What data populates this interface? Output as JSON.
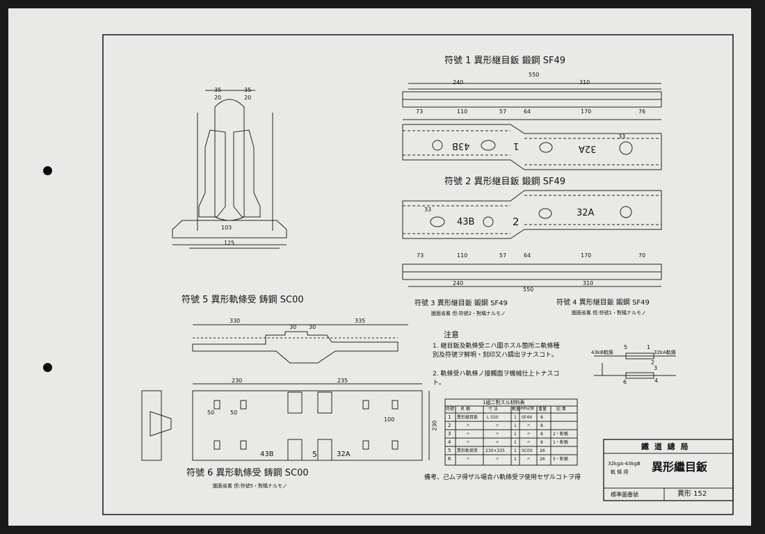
{
  "fig1": {
    "title": "符號 1 異形継目鈑 鍛鋼 SF49",
    "dims_top": [
      "550",
      "240",
      "310"
    ],
    "dims_under": [
      "73",
      "110",
      "57",
      "64",
      "170",
      "76"
    ],
    "marks": [
      "43B",
      "1",
      "32A"
    ],
    "hole": "33"
  },
  "fig2": {
    "title": "符號 2 異形継目鈑 鍛鋼 SF49",
    "marks": [
      "43B",
      "2",
      "32A"
    ],
    "dims_under": [
      "73",
      "110",
      "57",
      "64",
      "170",
      "70"
    ],
    "dims_bottom": [
      "240",
      "550",
      "310"
    ],
    "hole": "33"
  },
  "fig3": {
    "title": "符號 3 異形継目鈑 鍛鋼 SF49",
    "note": "圖面省畧 但:符號2・對稱ナルモノ"
  },
  "fig4": {
    "title": "符號 4 異形継目鈑 鍛鋼 SF49",
    "note": "圖面省畧 但:符號1・對稱ナルモノ"
  },
  "fig5": {
    "title": "符號 5 異形軌條受 鋳鋼 SC00",
    "dims": [
      "35",
      "35",
      "20",
      "20",
      "103",
      "125"
    ]
  },
  "fig6": {
    "title": "符號 6 異形軌條受 鋳鋼 SC00",
    "note": "圖面省畧 但:符號5・對稱ナルモノ",
    "marks": [
      "43B",
      "5",
      "32A"
    ],
    "dims": [
      "330",
      "335",
      "30",
      "30",
      "230",
      "235",
      "50",
      "50",
      "100",
      "230"
    ]
  },
  "notes": {
    "heading": "注意",
    "items": [
      "1. 継目鈑及軌條受ニハ圖ホスル箇所ニ軌條種別及符號ヲ鮮明・刻印又ハ鑄出ヲナスコト。",
      "2. 軌條受ハ軌條ノ接觸面ヲ機械仕上トナスコト。"
    ]
  },
  "diagram": {
    "left_label": "43kB軌條",
    "right_label": "32kA軌條",
    "nums": [
      "5",
      "1",
      "2",
      "3",
      "6",
      "4"
    ]
  },
  "table": {
    "title": "1組ニ對スル材料表",
    "headers": [
      "符號",
      "名 稱",
      "寸 法",
      "數量",
      "材料記號",
      "重量",
      "記 事"
    ],
    "rows": [
      [
        "1",
        "異形継目鈑",
        "L 550",
        "1",
        "SF49",
        "8",
        ""
      ],
      [
        "2",
        "〃",
        "〃",
        "1",
        "〃",
        "8",
        ""
      ],
      [
        "3",
        "〃",
        "〃",
        "1",
        "〃",
        "8",
        "2・對稱"
      ],
      [
        "4",
        "〃",
        "〃",
        "1",
        "〃",
        "8",
        "1・對稱"
      ],
      [
        "5",
        "異形軌條受",
        "230×335",
        "1",
        "SC00",
        "26",
        ""
      ],
      [
        "6",
        "〃",
        "〃",
        "1",
        "〃",
        "26",
        "5・對稱"
      ]
    ]
  },
  "remark": "備考、己ムヲ得ザル場合ハ軌條受ヲ使用セザルコトヲ得",
  "titleblock": {
    "org": "鐵 道 總 局",
    "sub1": "32kgA-43kgB",
    "sub2": "軌 條 用",
    "name": "異形繼目鈑",
    "std_label": "標準圖番號",
    "std_no": "異形 152"
  }
}
